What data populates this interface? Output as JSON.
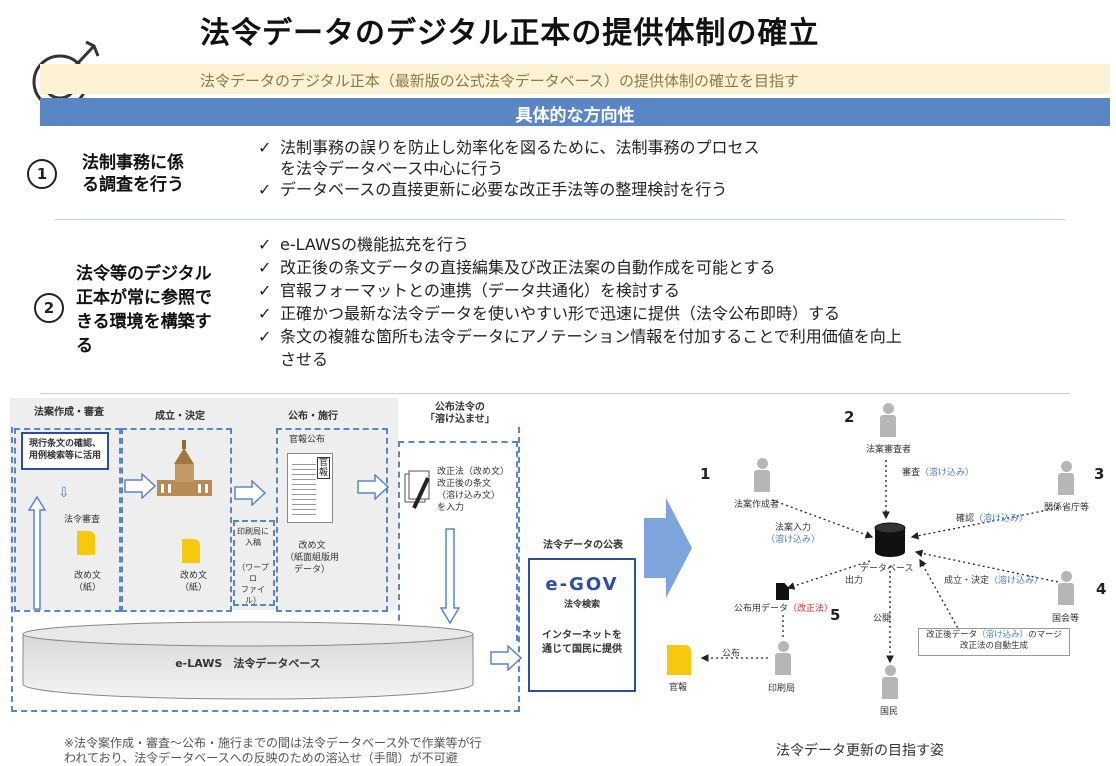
{
  "title": "法令データのデジタル正本の提供体制の確立",
  "subtitle": "法令データのデジタル正本（最新版の公式法令データベース）の提供体制の確立を目指す",
  "direction_label": "具体的な方向性",
  "icons": {
    "target": "target-icon"
  },
  "colors": {
    "accent_blue": "#5b86c6",
    "band_beige": "#fdf2d3",
    "doc_yellow": "#f6c90f"
  },
  "sections": [
    {
      "number": "1",
      "label_lines": [
        "法制事務に係",
        "る調査を行う"
      ],
      "items": [
        "法制事務の誤りを防止し効率化を図るために、法制事務のプロセス",
        "を法令データベース中心に行う",
        "データベースの直接更新に必要な改正手法等の整理検討を行う"
      ]
    },
    {
      "number": "2",
      "label_lines": [
        "法令等のデジタル",
        "正本が常に参照で",
        "きる環境を構築す",
        "る"
      ],
      "items": [
        "e-LAWSの機能拡充を行う",
        "改正後の条文データの直接編集及び改正法案の自動作成を可能とする",
        "官報フォーマットとの連携（データ共通化）を検討する",
        "正確かつ最新な法令データを使いやすい形で迅速に提供（法令公布即時）する",
        "条文の複雑な箇所も法令データにアノテーション情報を付加することで利用価値を向上",
        "させる"
      ]
    }
  ],
  "left_diagram": {
    "stages": [
      "法案作成・審査",
      "成立・決定",
      "公布・施行"
    ],
    "merge_title_1": "公布法令の",
    "merge_title_2": "「溶け込ませ」",
    "box_current_1": "現行条文の確認、",
    "box_current_2": "用例検索等に活用",
    "houreishinsa": "法令審査",
    "doc1_1": "改め文",
    "doc1_2": "（紙）",
    "doc2_1": "改め文",
    "doc2_2": "（紙）",
    "print_1": "印刷局に",
    "print_2": "入稿",
    "print_3": "（ワープロ",
    "print_4": "ファイル）",
    "kanpo_koufu": "官報公布",
    "kanpo_badge": "官報",
    "doc3_1": "改め文",
    "doc3_2": "（紙面組版用",
    "doc3_3": "データ）",
    "merge_desc_1": "改正法（改め文）",
    "merge_desc_2": "改正後の条文",
    "merge_desc_3": "（溶け込み文）",
    "merge_desc_4": "を入力",
    "database": "e-LAWS　法令データベース",
    "publish_title": "法令データの公表",
    "egov_logo": "e-GOV",
    "egov_sub": "法令検索",
    "internet_1": "インターネットを",
    "internet_2": "通じて国民に提供",
    "note_1": "※法令案作成・審査～公布・施行までの間は法令データベース外で作業等が行",
    "note_2": "われており、法令データベースへの反映のための溶込せ（手間）が不可避"
  },
  "right_diagram": {
    "nums": [
      "1",
      "2",
      "3",
      "4",
      "5"
    ],
    "creator": "法案作成者",
    "reviewer": "法案審査者",
    "ministries": "関係省庁等",
    "diet": "国会等",
    "printing": "印刷局",
    "citizens": "国民",
    "database": "データベース",
    "kanpo": "官報",
    "input_label": "法案入力",
    "input_sub": "（溶け込み）",
    "review_label": "審査",
    "review_sub": "（溶け込み）",
    "confirm_label": "確認",
    "confirm_sub": "（溶け込み）",
    "enact_label": "成立・決定",
    "enact_sub": "（溶け込み）",
    "output": "出力",
    "publish": "公開",
    "promul": "公布",
    "pub_data": "公布用データ",
    "pub_data_sub": "（改正法）",
    "merge_box_1a": "改正後データ",
    "merge_box_1b": "（溶け込み）",
    "merge_box_1c": "のマージ",
    "merge_box_2": "改正法の自動生成",
    "caption": "法令データ更新の目指す姿"
  }
}
